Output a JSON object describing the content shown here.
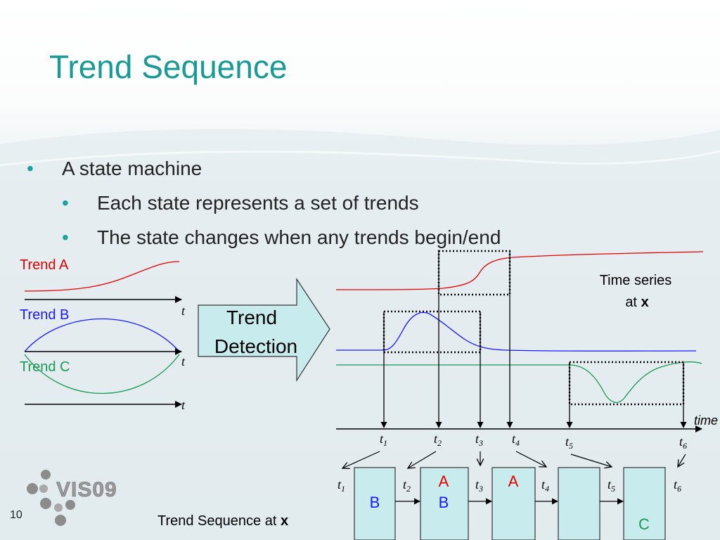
{
  "slide": {
    "title": "Trend Sequence",
    "bullets": [
      {
        "text": "A state machine",
        "level": 1
      },
      {
        "text": "Each state represents a set of trends",
        "level": 2
      },
      {
        "text": "The state changes when any trends begin/end",
        "level": 2
      }
    ],
    "slide_number": "10",
    "logo_text": "VIS09",
    "bullet_glyph": "•"
  },
  "left_panel": {
    "trend_a": "Trend A",
    "trend_b": "Trend B",
    "trend_c": "Trend C",
    "t": "t"
  },
  "arrow_box": {
    "line1": "Trend",
    "line2": "Detection"
  },
  "right_panel": {
    "series_label_1": "Time series",
    "series_label_2": "at",
    "series_label_var": "x",
    "time_label": "time",
    "t_base": "t",
    "ticks": [
      "1",
      "2",
      "3",
      "4",
      "5",
      "6"
    ]
  },
  "sequence": {
    "caption": "Trend Sequence at",
    "caption_var": "x",
    "states": [
      {
        "top": "",
        "bottom": "B",
        "bottom_color": "#1a1aff",
        "top_color": "#e00000"
      },
      {
        "top": "A",
        "bottom": "B",
        "bottom_color": "#1a1aff",
        "top_color": "#e00000"
      },
      {
        "top": "A",
        "bottom": "",
        "bottom_color": "#1a1aff",
        "top_color": "#e00000"
      },
      {
        "top": "",
        "bottom": "",
        "bottom_color": "#1a1aff",
        "top_color": "#e00000"
      },
      {
        "top": "",
        "bottom": "C",
        "bottom_color": "#1a9a55",
        "top_color": "#e00000"
      }
    ]
  },
  "colors": {
    "title": "#1a9a97",
    "trend_a": "#e00000",
    "trend_b": "#1a1aff",
    "trend_c": "#1a9a55",
    "box_fill": "#c8ebed"
  }
}
